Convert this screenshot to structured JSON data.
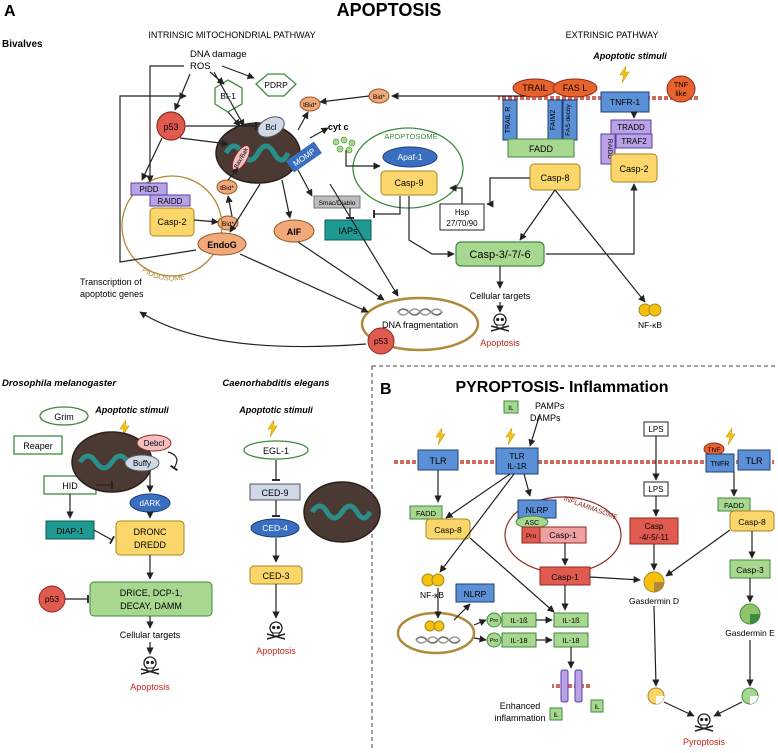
{
  "panel_a": {
    "letter": "A",
    "title": "APOPTOSIS",
    "intrinsic_header": "INTRINSIC MITOCHONDRIAL PATHWAY",
    "extrinsic_header": "EXTRINSIC PATHWAY",
    "bivalves": "Bivalves",
    "apoptotic_stimuli": "Apoptotic stimuli",
    "dna_damage": "DNA damage",
    "ros": "ROS",
    "bi1": "BI-1",
    "pdrp": "PDRP",
    "p53": "p53",
    "bcl": "Bcl",
    "bax_bak": "Bax/Bak",
    "momp": "MOMP",
    "tbid": "tBid*",
    "bid": "Bid*",
    "cyt_c": "cyt c",
    "apoptosome": "APOPTOSOME",
    "apaf1": "Apaf-1",
    "casp9": "Casp-9",
    "pidd": "PIDD",
    "raidd": "RAIDD",
    "casp2": "Casp-2",
    "piddosome": "PIDDOSOME",
    "smac": "Smac/Diablo",
    "iaps": "IAPs",
    "hsp_line1": "Hsp",
    "hsp_line2": "27/70/90",
    "endog": "EndoG",
    "aif": "AIF",
    "casp376": "Casp-3/-7/-6",
    "cellular_targets": "Cellular targets",
    "apoptosis": "Apoptosis",
    "dna_fragmentation": "DNA fragmentation",
    "transcription_line1": "Transcription of",
    "transcription_line2": "apoptotic genes",
    "trail": "TRAIL",
    "fas_l": "FAS L",
    "trail_r": "TRAIL R",
    "faim2": "FAIM2",
    "fas_decoy": "FAS decoy",
    "fadd": "FADD",
    "casp8": "Casp-8",
    "tnf_line1": "TNF",
    "tnf_line2": "like",
    "tnfr1": "TNFR-1",
    "tradd": "TRADD",
    "raidd2": "RAIDD",
    "traf2": "TRAF2",
    "casp2_ext": "Casp-2",
    "nfkb": "NF-κB"
  },
  "drosophila": {
    "title": "Drosophila melanogaster",
    "stimuli": "Apoptotic stimuli",
    "grim": "Grim",
    "reaper": "Reaper",
    "hid": "HID",
    "debcl": "Debcl",
    "buffy": "Buffy",
    "dark": "dARK",
    "diap1": "DIAP-1",
    "dronc": "DRONC",
    "dredd": "DREDD",
    "p53": "p53",
    "effectors_line1": "DRICE, DCP-1,",
    "effectors_line2": "DECAY, DAMM",
    "cellular_targets": "Cellular targets",
    "apoptosis": "Apoptosis"
  },
  "elegans": {
    "title": "Caenorhabditis elegans",
    "stimuli": "Apoptotic stimuli",
    "egl1": "EGL-1",
    "ced9": "CED-9",
    "ced4": "CED-4",
    "ced3": "CED-3",
    "apoptosis": "Apoptosis"
  },
  "panel_b": {
    "letter": "B",
    "title": "PYROPTOSIS- Inflammation",
    "il": "IL",
    "pamps": "PAMPs",
    "damps": "DAMPs",
    "lps": "LPS",
    "tlr": "TLR",
    "tlr_il1r_line1": "TLR",
    "tlr_il1r_line2": "IL-1R",
    "tnf": "TNF",
    "tnfr": "TNFR",
    "inflammasome": "INFLAMMASOME",
    "nlrp": "NLRP",
    "asc": "ASC",
    "pro": "Pro",
    "casp1": "Casp-1",
    "fadd": "FADD",
    "casp8": "Casp-8",
    "casp451_line1": "Casp",
    "casp451_line2": "-4/-5/-11",
    "casp3": "Casp-3",
    "nfkb": "NF-κB",
    "il1b": "IL-1ß",
    "il18": "IL-18",
    "gasdermin_d": "Gasdermin D",
    "gasdermin_e": "Gasdermin E",
    "enhanced_line1": "Enhanced",
    "enhanced_line2": "inflammation",
    "pyroptosis": "Pyroptosis"
  },
  "colors": {
    "membrane": "#c0392b",
    "red_node": "#e05a4f",
    "yellow_node": "#fbd66b",
    "blue_node": "#5b8fd6",
    "green_node": "#a8d890",
    "teal_node": "#1e9a93",
    "orange_node": "#f2a878",
    "apoptosis_text": "#c0241b",
    "mito_outer": "#4a3a33",
    "mito_inner": "#2a8f8b"
  }
}
